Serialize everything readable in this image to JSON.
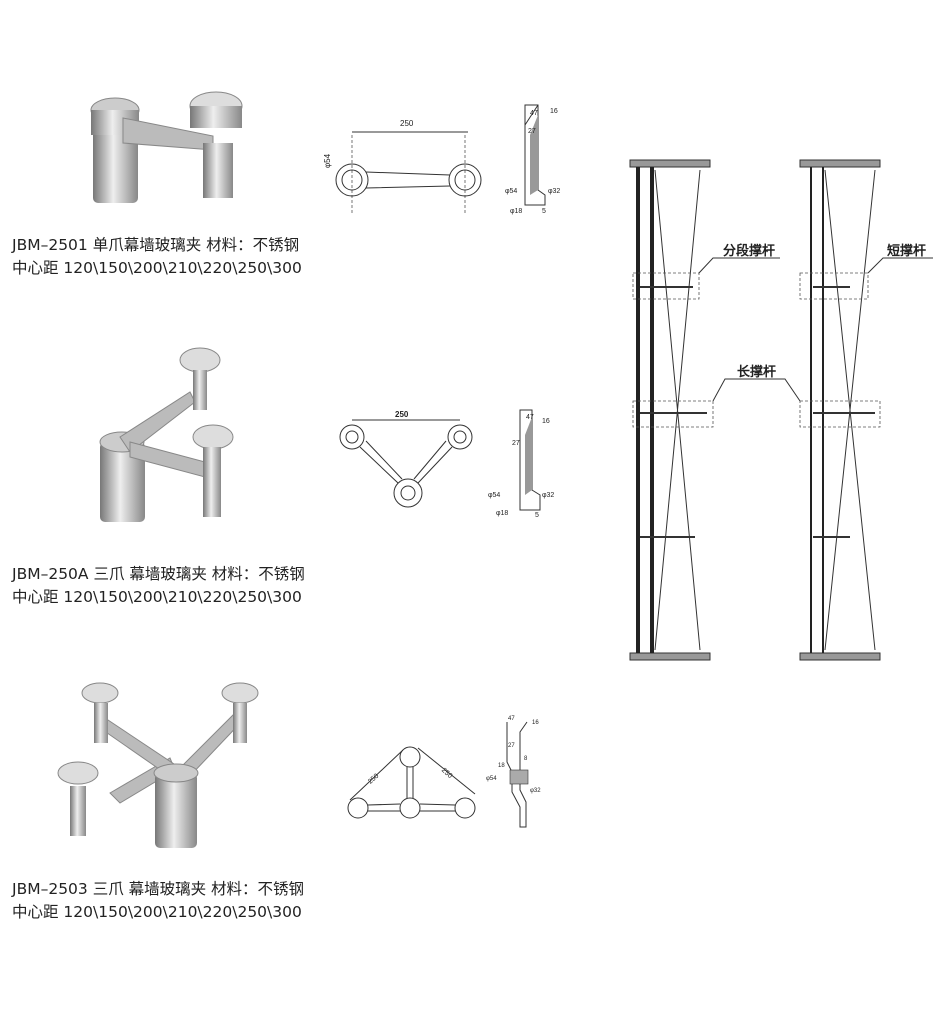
{
  "products": [
    {
      "line1": "JBM–2501 单爪幕墙玻璃夹  材料：不锈钢",
      "line2": "中心距 120\\150\\200\\210\\220\\250\\300",
      "dims": {
        "span": "250",
        "d54": "φ54",
        "t47": "47",
        "t16": "16",
        "t27": "27",
        "s54": "φ54",
        "s32": "φ32",
        "s18": "φ18",
        "s5": "5"
      }
    },
    {
      "line1": "JBM–250A 三爪 幕墙玻璃夹  材料：不锈钢",
      "line2": "中心距 120\\150\\200\\210\\220\\250\\300",
      "dims": {
        "span": "250",
        "t47": "47",
        "t16": "16",
        "t27": "27",
        "s54": "φ54",
        "s32": "φ32",
        "s18": "φ18",
        "s5": "5"
      }
    },
    {
      "line1": "JBM–2503 三爪 幕墙玻璃夹  材料：不锈钢",
      "line2": "中心距 120\\150\\200\\210\\220\\250\\300",
      "dims": {
        "spanL": "250",
        "spanR": "250",
        "t47": "47",
        "t16": "16",
        "t27": "27",
        "s18": "18",
        "s54": "φ54",
        "s32": "φ32",
        "s8": "8"
      }
    }
  ],
  "diagram": {
    "segment_strut": "分段撑杆",
    "long_strut": "长撑杆",
    "short_strut": "短撑杆"
  }
}
